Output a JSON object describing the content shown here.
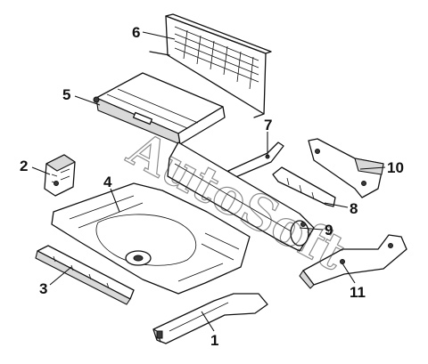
{
  "diagram": {
    "watermark": "AutoSoft",
    "callouts": [
      {
        "id": "1",
        "label": "1"
      },
      {
        "id": "2",
        "label": "2"
      },
      {
        "id": "3",
        "label": "3"
      },
      {
        "id": "4",
        "label": "4"
      },
      {
        "id": "5",
        "label": "5"
      },
      {
        "id": "6",
        "label": "6"
      },
      {
        "id": "7",
        "label": "7"
      },
      {
        "id": "8",
        "label": "8"
      },
      {
        "id": "9",
        "label": "9"
      },
      {
        "id": "10",
        "label": "10"
      },
      {
        "id": "11",
        "label": "11"
      }
    ]
  }
}
